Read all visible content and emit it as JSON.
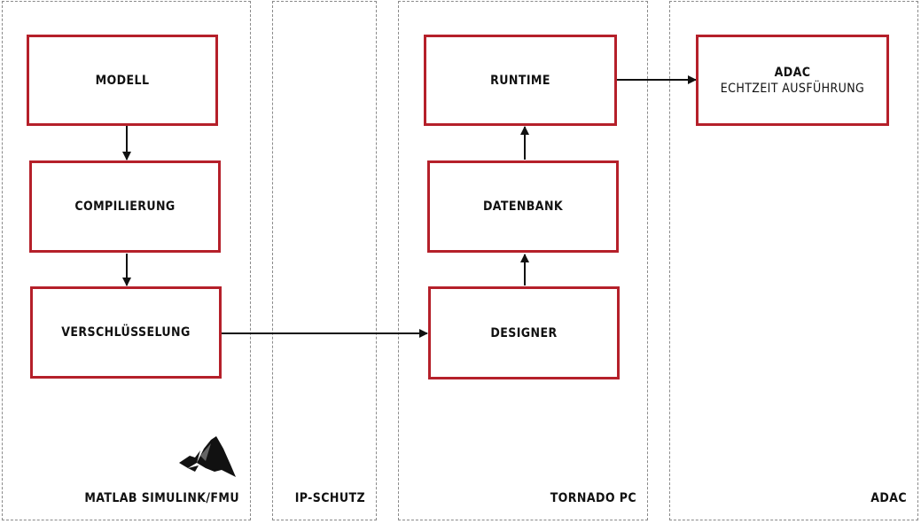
{
  "lanes": {
    "matlab": "MATLAB SIMULINK/FMU",
    "ip": "IP-SCHUTZ",
    "tornado": "TORNADO PC",
    "adac": "ADAC"
  },
  "boxes": {
    "modell": "MODELL",
    "compilierung": "COMPILIERUNG",
    "verschluesselung": "VERSCHLÜSSELUNG",
    "runtime": "RUNTIME",
    "datenbank": "DATENBANK",
    "designer": "DESIGNER",
    "adac_title": "ADAC",
    "adac_sub": "ECHTZEIT AUSFÜHRUNG"
  },
  "icons": {
    "logo": "matlab-logo-icon"
  },
  "colors": {
    "box_border": "#b5202a",
    "lane_border": "#8a8a8a",
    "arrow": "#111111"
  }
}
